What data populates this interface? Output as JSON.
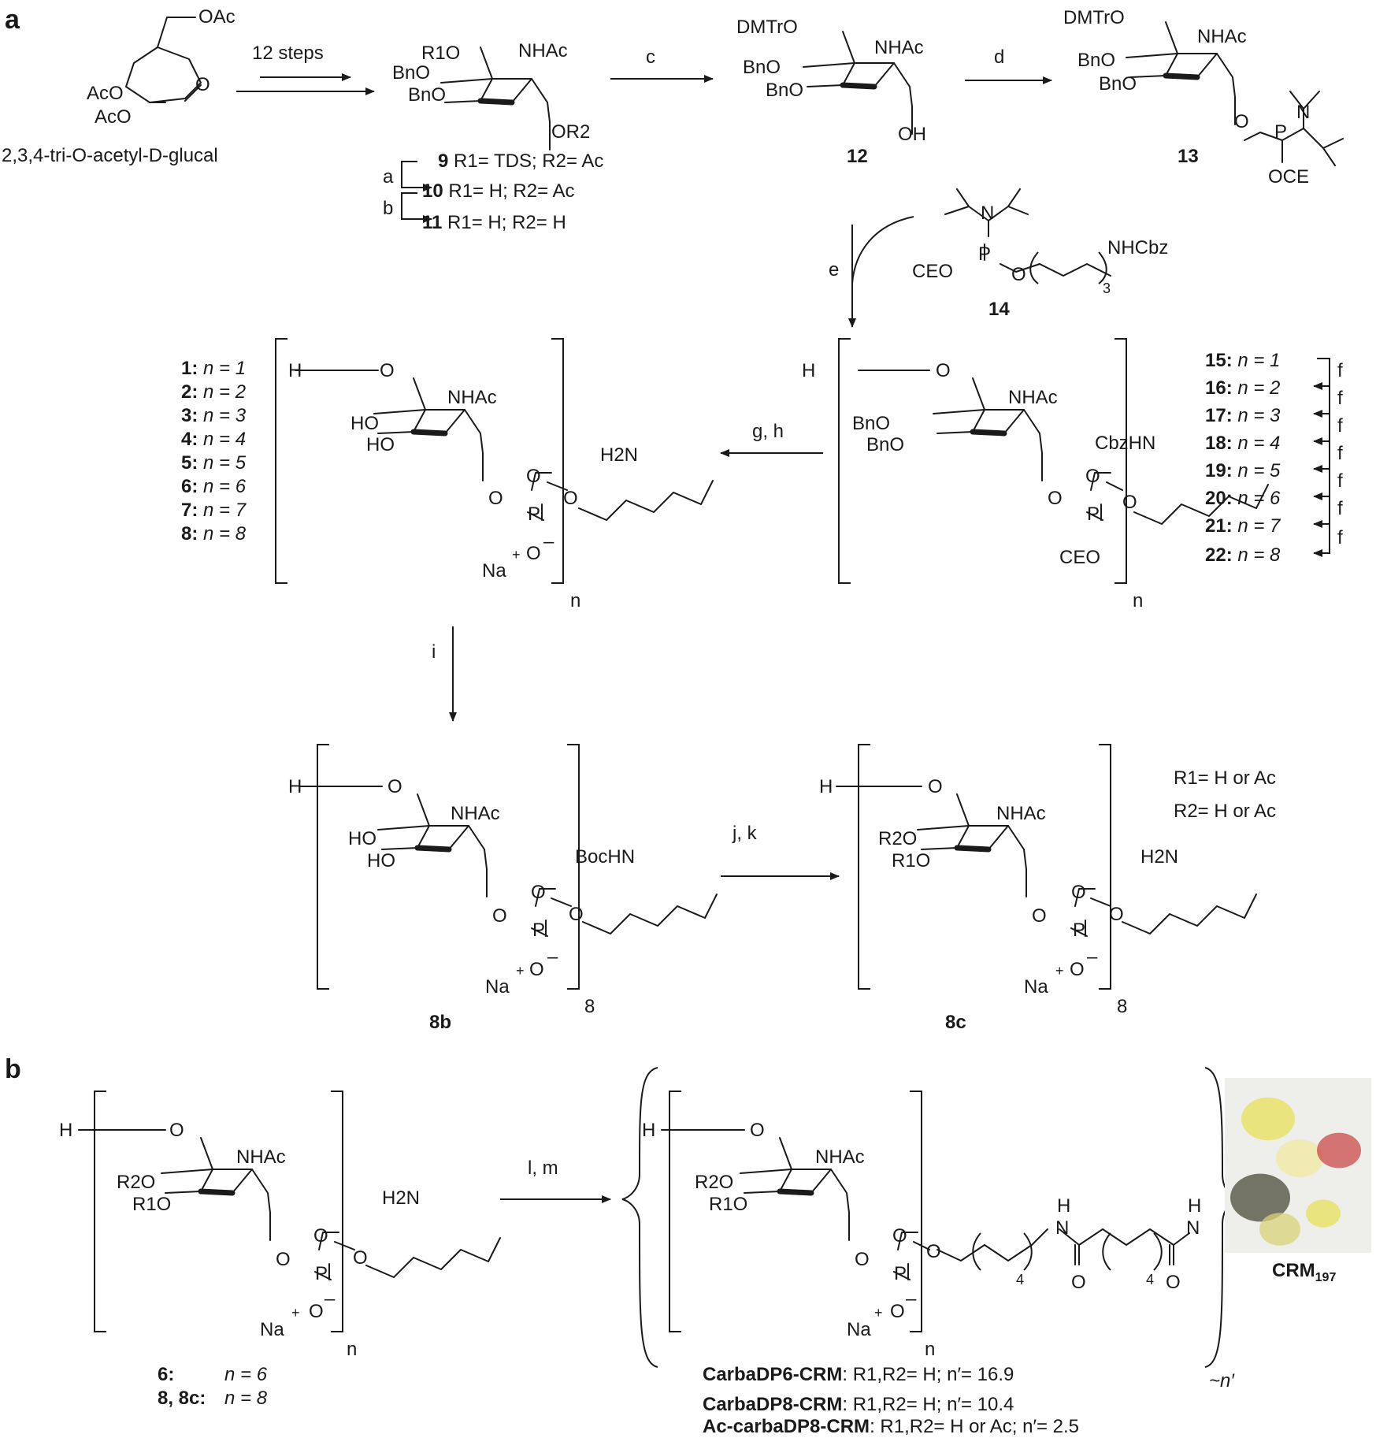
{
  "panels": {
    "a": "a",
    "b": "b"
  },
  "glucal": {
    "label": "2,3,4-tri-O-acetyl-D-glucal",
    "oac": "OAc",
    "aco1": "AcO",
    "aco2": "AcO"
  },
  "reagents": {
    "steps": "12 steps",
    "a": "a",
    "b": "b",
    "c": "c",
    "d": "d",
    "e": "e",
    "f": "f",
    "gh": "g, h",
    "i": "i",
    "jk": "j, k",
    "lm": "l, m"
  },
  "compounds": {
    "c9": {
      "num": "9",
      "text": " R1= TDS; R2= Ac"
    },
    "c10": {
      "num": "10",
      "text": " R1= H; R2= Ac"
    },
    "c11": {
      "num": "11",
      "text": " R1= H; R2= H"
    },
    "c12": "12",
    "c13": "13",
    "c14": "14",
    "c8b": "8b",
    "c8c": "8c"
  },
  "groups": {
    "nhac": "NHAc",
    "bno": "BnO",
    "ho": "HO",
    "dmtro": "DMTrO",
    "r1o": "R1O",
    "r2o": "R2O",
    "or2": "OR2",
    "oh": "OH",
    "o": "O",
    "p": "P",
    "n": "N",
    "ocE": "OCE",
    "ceo": "CEO",
    "nhcbz": "NHCbz",
    "cbzhn": "CbzHN",
    "h2n": "H2N",
    "bochn": "BocHN",
    "na": "Na",
    "h": "H",
    "plus": "+",
    "minus": "–",
    "sub3": "3",
    "sub4": "4",
    "nsub": "n",
    "eight": "8",
    "nh": "H",
    "nletter": "N"
  },
  "series_left": [
    {
      "num": "1:",
      "n": " n = 1"
    },
    {
      "num": "2:",
      "n": " n = 2"
    },
    {
      "num": "3:",
      "n": " n = 3"
    },
    {
      "num": "4:",
      "n": " n = 4"
    },
    {
      "num": "5:",
      "n": " n = 5"
    },
    {
      "num": "6:",
      "n": " n = 6"
    },
    {
      "num": "7:",
      "n": " n = 7"
    },
    {
      "num": "8:",
      "n": " n = 8"
    }
  ],
  "series_right": [
    {
      "num": "15:",
      "n": " n = 1"
    },
    {
      "num": "16:",
      "n": " n = 2"
    },
    {
      "num": "17:",
      "n": " n = 3"
    },
    {
      "num": "18:",
      "n": " n = 4"
    },
    {
      "num": "19:",
      "n": " n = 5"
    },
    {
      "num": "20:",
      "n": " n = 6"
    },
    {
      "num": "21:",
      "n": " n = 7"
    },
    {
      "num": "22:",
      "n": " n = 8"
    }
  ],
  "rdef": {
    "r1": "R1= H or Ac",
    "r2": "R2= H or Ac"
  },
  "panel_b": {
    "c6": {
      "num": "6:",
      "n": "n = 6"
    },
    "c8": {
      "num": "8, 8c:",
      "n": "n = 8"
    },
    "conj1": {
      "name": "CarbaDP6-CRM",
      "text": ": R1,R2= H; n′= 16.9"
    },
    "conj2": {
      "name": "CarbaDP8-CRM",
      "text": ": R1,R2= H; n′= 10.4"
    },
    "conj3": {
      "name": "Ac-carbaDP8-CRM",
      "text": ": R1,R2= H or Ac; n′= 2.5"
    },
    "nprime": "~n′",
    "crm": "CRM197",
    "protein_colors": [
      "#e8e05a",
      "#d9d27a",
      "#4a4a3a",
      "#c94a4a",
      "#f0eaa0"
    ]
  }
}
